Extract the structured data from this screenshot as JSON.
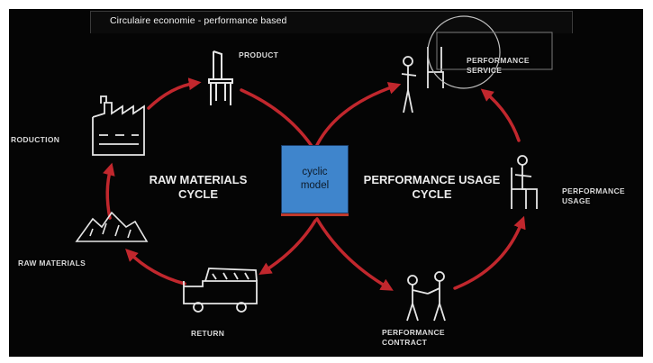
{
  "header": {
    "title": "Circulaire economie - performance based"
  },
  "center": {
    "line1": "cyclic",
    "line2": "model"
  },
  "cycles": {
    "left_line1": "RAW MATERIALS",
    "left_line2": "CYCLE",
    "right_line1": "PERFORMANCE USAGE",
    "right_line2": "CYCLE"
  },
  "nodes": {
    "product": "PRODUCT",
    "production": "RODUCTION",
    "raw_materials": "RAW MATERIALS",
    "return": "RETURN",
    "performance_service_1": "PERFORMANCE",
    "performance_service_2": "SERVICE",
    "performance_usage_1": "PERFORMANCE",
    "performance_usage_2": "USAGE",
    "performance_contract_1": "PERFORMANCE",
    "performance_contract_2": "CONTRACT"
  },
  "colors": {
    "arrow": "#c1272d",
    "center_box": "#3f85cc",
    "background": "#050505"
  }
}
